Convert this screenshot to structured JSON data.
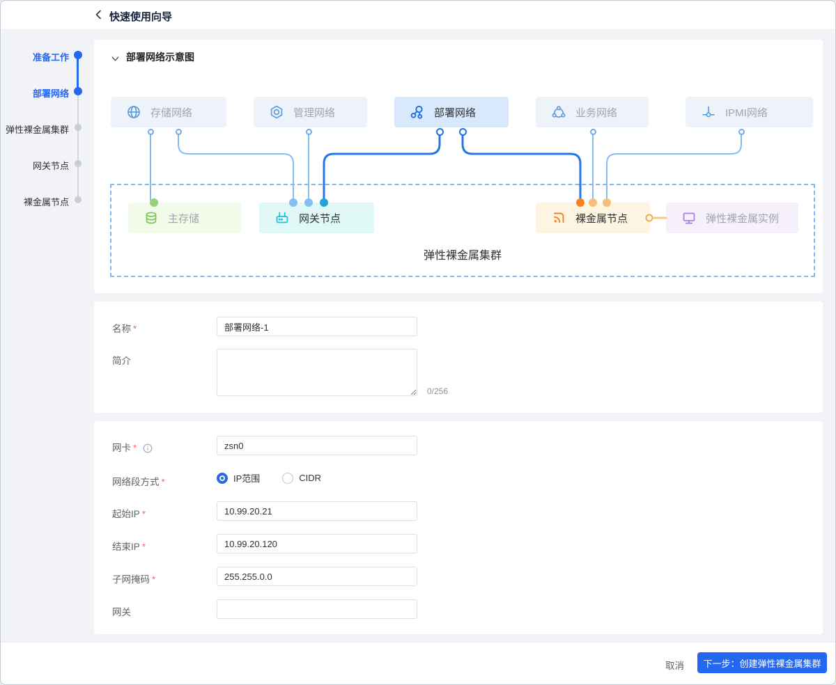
{
  "window": {
    "title": "快速使用向导"
  },
  "required_mark": "*",
  "sidebar": {
    "steps": [
      {
        "label": "准备工作",
        "state": "done"
      },
      {
        "label": "部署网络",
        "state": "active"
      },
      {
        "label": "弹性裸金属集群",
        "state": "pending"
      },
      {
        "label": "网关节点",
        "state": "pending"
      },
      {
        "label": "裸金属节点",
        "state": "pending"
      }
    ]
  },
  "diagram": {
    "section_title": "部署网络示意图",
    "networks": [
      {
        "label": "存储网络",
        "icon": "globe-icon",
        "active": false
      },
      {
        "label": "管理网络",
        "icon": "gear-icon",
        "active": false
      },
      {
        "label": "部署网络",
        "icon": "share-network-icon",
        "active": true
      },
      {
        "label": "业务网络",
        "icon": "cloud-network-icon",
        "active": false
      },
      {
        "label": "IPMI网络",
        "icon": "connector-icon",
        "active": false
      }
    ],
    "cluster_label": "弹性裸金属集群",
    "nodes": [
      {
        "label": "主存储",
        "icon": "database-icon",
        "theme": "green"
      },
      {
        "label": "网关节点",
        "icon": "router-icon",
        "theme": "cyan"
      },
      {
        "label": "裸金属节点",
        "icon": "broadcast-icon",
        "theme": "orange"
      },
      {
        "label": "弹性裸金属实例",
        "icon": "monitor-icon",
        "theme": "purple"
      }
    ]
  },
  "basic_form": {
    "name_label": "名称",
    "name_value": "部署网络-1",
    "desc_label": "简介",
    "desc_value": "",
    "desc_counter": "0/256"
  },
  "network_form": {
    "nic_label": "网卡",
    "nic_value": "zsn0",
    "segment_label": "网络段方式",
    "segment_options": [
      {
        "label": "IP范围",
        "selected": true
      },
      {
        "label": "CIDR",
        "selected": false
      }
    ],
    "start_ip_label": "起始IP",
    "start_ip_value": "10.99.20.21",
    "end_ip_label": "结束IP",
    "end_ip_value": "10.99.20.120",
    "mask_label": "子网掩码",
    "mask_value": "255.255.0.0",
    "gateway_label": "网关",
    "gateway_value": ""
  },
  "footer": {
    "cancel_label": "取消",
    "next_label": "下一步：创建弹性裸金属集群"
  },
  "colors": {
    "primary": "#2468f2",
    "active_network_bg": "#d8e9fb",
    "inactive_network_bg": "#eef3fa",
    "storage_green": "#7ac756",
    "gateway_cyan": "#14c3db",
    "baremetal_orange": "#f5821f",
    "instance_purple": "#ab7de6",
    "dashed_border": "#7cb8f5",
    "light_link": "#85bdf2",
    "dark_link": "#2476e8",
    "required_red": "#f56c6c"
  }
}
